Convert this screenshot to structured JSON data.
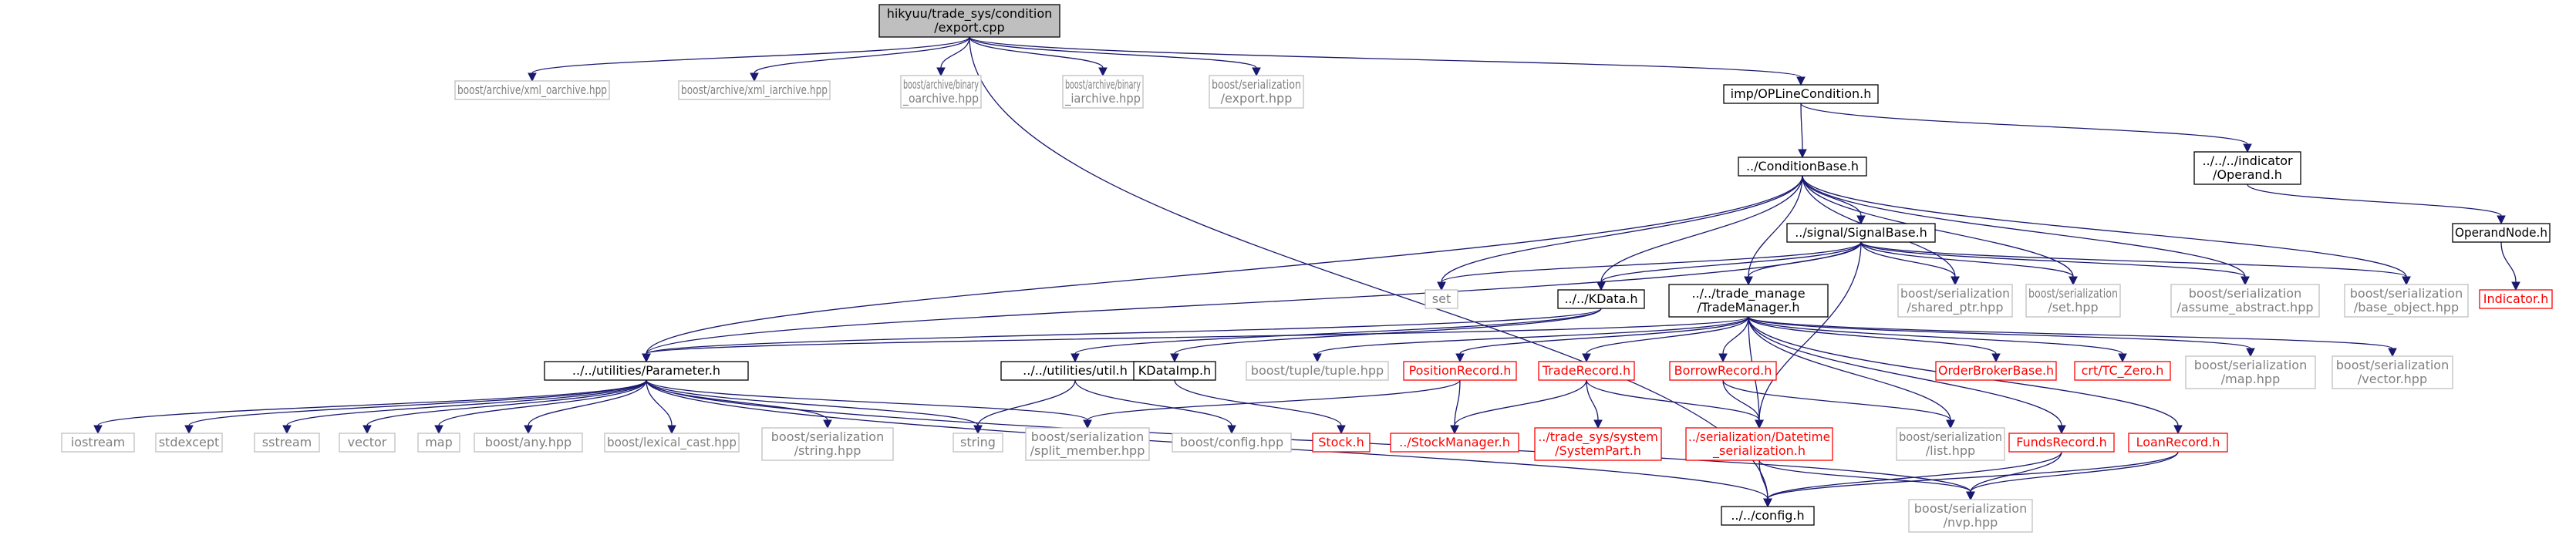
{
  "colors": {
    "edge": "#191970",
    "focus_fill": "#bfbfbf",
    "documented_border": "#000000",
    "external_border": "#bfbfbf",
    "missing_border": "#ff0000",
    "documented_text": "#000000",
    "external_text": "#7f7f7f",
    "missing_text": "#ff0000"
  },
  "nodes": [
    {
      "id": "export",
      "lines": [
        "hikyuu/trade_sys/condition",
        "/export.cpp"
      ],
      "kind": "focus"
    },
    {
      "id": "xml_oarchive",
      "lines": [
        "boost/archive/xml_oarchive.hpp"
      ],
      "kind": "external"
    },
    {
      "id": "xml_iarchive",
      "lines": [
        "boost/archive/xml_iarchive.hpp"
      ],
      "kind": "external"
    },
    {
      "id": "binary_oarchive",
      "lines": [
        "boost/archive/binary",
        "_oarchive.hpp"
      ],
      "kind": "external"
    },
    {
      "id": "binary_iarchive",
      "lines": [
        "boost/archive/binary",
        "_iarchive.hpp"
      ],
      "kind": "external"
    },
    {
      "id": "ser_export",
      "lines": [
        "boost/serialization",
        "/export.hpp"
      ],
      "kind": "external"
    },
    {
      "id": "opline",
      "lines": [
        "imp/OPLineCondition.h"
      ],
      "kind": "documented"
    },
    {
      "id": "conditionbase",
      "lines": [
        "../ConditionBase.h"
      ],
      "kind": "documented"
    },
    {
      "id": "operand",
      "lines": [
        "../../../indicator",
        "/Operand.h"
      ],
      "kind": "documented"
    },
    {
      "id": "operandnode",
      "lines": [
        "OperandNode.h"
      ],
      "kind": "documented"
    },
    {
      "id": "indicator_h",
      "lines": [
        "Indicator.h"
      ],
      "kind": "missing"
    },
    {
      "id": "signalbase",
      "lines": [
        "../signal/SignalBase.h"
      ],
      "kind": "documented"
    },
    {
      "id": "set",
      "lines": [
        "set"
      ],
      "kind": "external"
    },
    {
      "id": "kdata",
      "lines": [
        "../../KData.h"
      ],
      "kind": "documented"
    },
    {
      "id": "trademanager",
      "lines": [
        "../../trade_manage",
        "/TradeManager.h"
      ],
      "kind": "documented"
    },
    {
      "id": "shared_ptr",
      "lines": [
        "boost/serialization",
        "/shared_ptr.hpp"
      ],
      "kind": "external"
    },
    {
      "id": "set_hpp",
      "lines": [
        "boost/serialization",
        "/set.hpp"
      ],
      "kind": "external"
    },
    {
      "id": "assume_abstract",
      "lines": [
        "boost/serialization",
        "/assume_abstract.hpp"
      ],
      "kind": "external"
    },
    {
      "id": "base_object",
      "lines": [
        "boost/serialization",
        "/base_object.hpp"
      ],
      "kind": "external"
    },
    {
      "id": "parameter",
      "lines": [
        "../../utilities/Parameter.h"
      ],
      "kind": "documented"
    },
    {
      "id": "util",
      "lines": [
        "../../utilities/util.h"
      ],
      "kind": "documented"
    },
    {
      "id": "kdataimp",
      "lines": [
        "KDataImp.h"
      ],
      "kind": "documented"
    },
    {
      "id": "tuple",
      "lines": [
        "boost/tuple/tuple.hpp"
      ],
      "kind": "external"
    },
    {
      "id": "positionrecord",
      "lines": [
        "PositionRecord.h"
      ],
      "kind": "missing"
    },
    {
      "id": "traderecord",
      "lines": [
        "TradeRecord.h"
      ],
      "kind": "missing"
    },
    {
      "id": "borrowrecord",
      "lines": [
        "BorrowRecord.h"
      ],
      "kind": "missing"
    },
    {
      "id": "orderbroker",
      "lines": [
        "OrderBrokerBase.h"
      ],
      "kind": "missing"
    },
    {
      "id": "tc_zero",
      "lines": [
        "crt/TC_Zero.h"
      ],
      "kind": "missing"
    },
    {
      "id": "map_hpp",
      "lines": [
        "boost/serialization",
        "/map.hpp"
      ],
      "kind": "external"
    },
    {
      "id": "vector_hpp",
      "lines": [
        "boost/serialization",
        "/vector.hpp"
      ],
      "kind": "external"
    },
    {
      "id": "iostream",
      "lines": [
        "iostream"
      ],
      "kind": "external"
    },
    {
      "id": "stdexcept",
      "lines": [
        "stdexcept"
      ],
      "kind": "external"
    },
    {
      "id": "sstream",
      "lines": [
        "sstream"
      ],
      "kind": "external"
    },
    {
      "id": "vector",
      "lines": [
        "vector"
      ],
      "kind": "external"
    },
    {
      "id": "map",
      "lines": [
        "map"
      ],
      "kind": "external"
    },
    {
      "id": "any",
      "lines": [
        "boost/any.hpp"
      ],
      "kind": "external"
    },
    {
      "id": "lexical_cast",
      "lines": [
        "boost/lexical_cast.hpp"
      ],
      "kind": "external"
    },
    {
      "id": "string_hpp",
      "lines": [
        "boost/serialization",
        "/string.hpp"
      ],
      "kind": "external"
    },
    {
      "id": "string",
      "lines": [
        "string"
      ],
      "kind": "external"
    },
    {
      "id": "split_member",
      "lines": [
        "boost/serialization",
        "/split_member.hpp"
      ],
      "kind": "external"
    },
    {
      "id": "boost_config",
      "lines": [
        "boost/config.hpp"
      ],
      "kind": "external"
    },
    {
      "id": "stock",
      "lines": [
        "Stock.h"
      ],
      "kind": "missing"
    },
    {
      "id": "stockmanager",
      "lines": [
        "../StockManager.h"
      ],
      "kind": "missing"
    },
    {
      "id": "systempart",
      "lines": [
        "../trade_sys/system",
        "/SystemPart.h"
      ],
      "kind": "missing"
    },
    {
      "id": "datetime_ser",
      "lines": [
        "../serialization/Datetime",
        "_serialization.h"
      ],
      "kind": "missing"
    },
    {
      "id": "list_hpp",
      "lines": [
        "boost/serialization",
        "/list.hpp"
      ],
      "kind": "external"
    },
    {
      "id": "fundsrecord",
      "lines": [
        "FundsRecord.h"
      ],
      "kind": "missing"
    },
    {
      "id": "loanrecord",
      "lines": [
        "LoanRecord.h"
      ],
      "kind": "missing"
    },
    {
      "id": "config",
      "lines": [
        "../../config.h"
      ],
      "kind": "documented"
    },
    {
      "id": "nvp",
      "lines": [
        "boost/serialization",
        "/nvp.hpp"
      ],
      "kind": "external"
    }
  ],
  "edges": [
    [
      "export",
      "xml_oarchive"
    ],
    [
      "export",
      "xml_iarchive"
    ],
    [
      "export",
      "binary_oarchive"
    ],
    [
      "export",
      "binary_iarchive"
    ],
    [
      "export",
      "ser_export"
    ],
    [
      "export",
      "opline"
    ],
    [
      "export",
      "config"
    ],
    [
      "opline",
      "conditionbase"
    ],
    [
      "opline",
      "operand"
    ],
    [
      "operand",
      "operandnode"
    ],
    [
      "operandnode",
      "indicator_h"
    ],
    [
      "conditionbase",
      "set"
    ],
    [
      "conditionbase",
      "kdata"
    ],
    [
      "conditionbase",
      "trademanager"
    ],
    [
      "conditionbase",
      "signalbase"
    ],
    [
      "conditionbase",
      "shared_ptr"
    ],
    [
      "conditionbase",
      "set_hpp"
    ],
    [
      "conditionbase",
      "assume_abstract"
    ],
    [
      "conditionbase",
      "base_object"
    ],
    [
      "conditionbase",
      "parameter"
    ],
    [
      "signalbase",
      "set"
    ],
    [
      "signalbase",
      "kdata"
    ],
    [
      "signalbase",
      "trademanager"
    ],
    [
      "signalbase",
      "shared_ptr"
    ],
    [
      "signalbase",
      "set_hpp"
    ],
    [
      "signalbase",
      "assume_abstract"
    ],
    [
      "signalbase",
      "base_object"
    ],
    [
      "signalbase",
      "parameter"
    ],
    [
      "signalbase",
      "datetime_ser"
    ],
    [
      "kdata",
      "parameter"
    ],
    [
      "kdata",
      "util"
    ],
    [
      "kdata",
      "kdataimp"
    ],
    [
      "trademanager",
      "parameter"
    ],
    [
      "trademanager",
      "tuple"
    ],
    [
      "trademanager",
      "positionrecord"
    ],
    [
      "trademanager",
      "traderecord"
    ],
    [
      "trademanager",
      "borrowrecord"
    ],
    [
      "trademanager",
      "orderbroker"
    ],
    [
      "trademanager",
      "tc_zero"
    ],
    [
      "trademanager",
      "map_hpp"
    ],
    [
      "trademanager",
      "vector_hpp"
    ],
    [
      "trademanager",
      "list_hpp"
    ],
    [
      "trademanager",
      "fundsrecord"
    ],
    [
      "trademanager",
      "loanrecord"
    ],
    [
      "trademanager",
      "datetime_ser"
    ],
    [
      "parameter",
      "iostream"
    ],
    [
      "parameter",
      "stdexcept"
    ],
    [
      "parameter",
      "sstream"
    ],
    [
      "parameter",
      "vector"
    ],
    [
      "parameter",
      "map"
    ],
    [
      "parameter",
      "any"
    ],
    [
      "parameter",
      "lexical_cast"
    ],
    [
      "parameter",
      "string_hpp"
    ],
    [
      "parameter",
      "string"
    ],
    [
      "parameter",
      "split_member"
    ],
    [
      "parameter",
      "config"
    ],
    [
      "parameter",
      "nvp"
    ],
    [
      "util",
      "string"
    ],
    [
      "util",
      "boost_config"
    ],
    [
      "kdataimp",
      "stock"
    ],
    [
      "positionrecord",
      "stockmanager"
    ],
    [
      "positionrecord",
      "split_member"
    ],
    [
      "traderecord",
      "stockmanager"
    ],
    [
      "traderecord",
      "systempart"
    ],
    [
      "traderecord",
      "datetime_ser"
    ],
    [
      "borrowrecord",
      "datetime_ser"
    ],
    [
      "borrowrecord",
      "list_hpp"
    ],
    [
      "datetime_ser",
      "config"
    ],
    [
      "datetime_ser",
      "nvp"
    ],
    [
      "fundsrecord",
      "config"
    ],
    [
      "fundsrecord",
      "nvp"
    ],
    [
      "loanrecord",
      "config"
    ],
    [
      "loanrecord",
      "nvp"
    ]
  ]
}
